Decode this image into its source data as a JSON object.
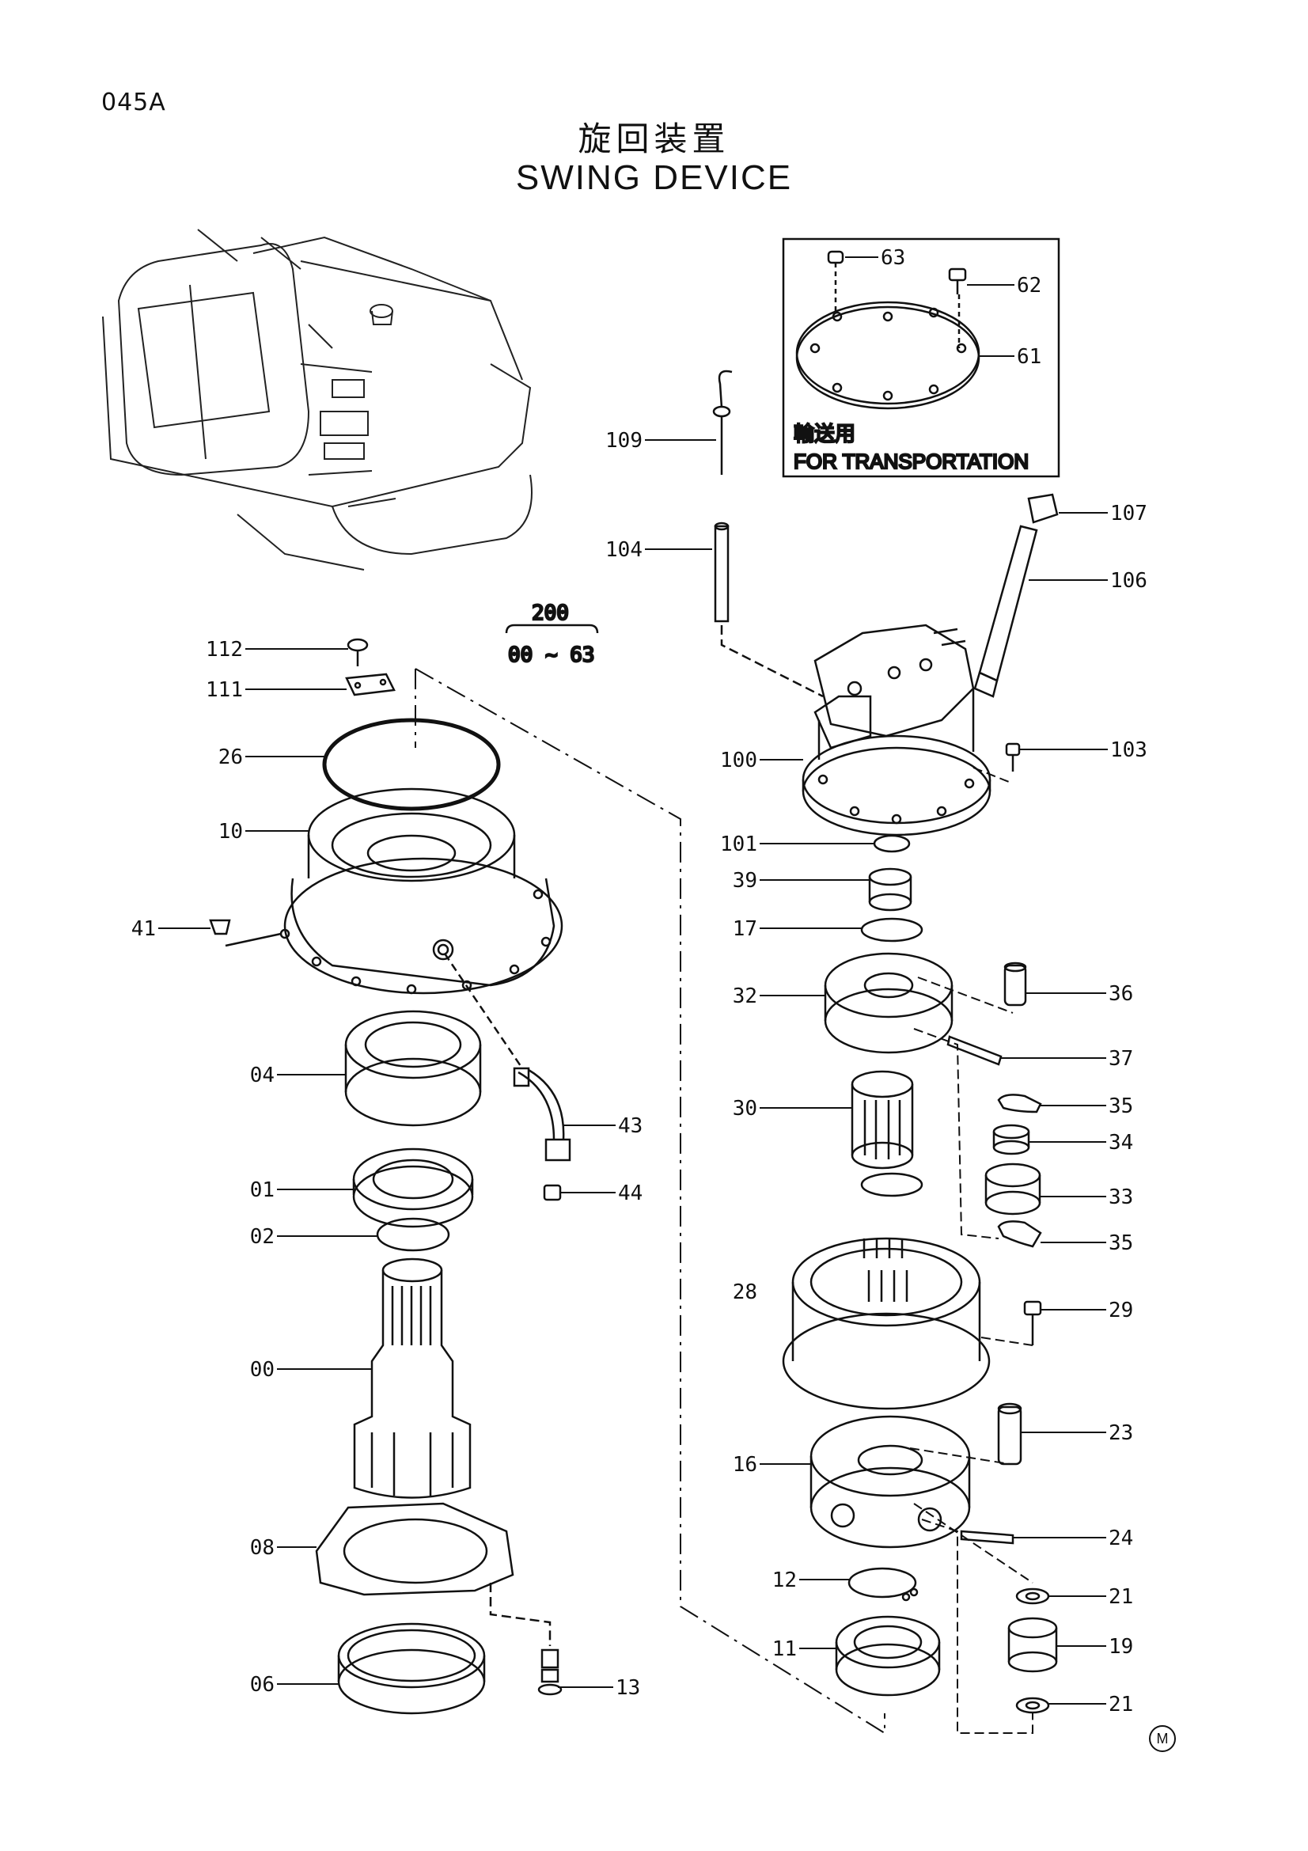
{
  "page_id": "045A",
  "title_jp": "旋回装置",
  "title_en": "SWING DEVICE",
  "inset": {
    "note_jp": "輸送用",
    "note_en": "FOR TRANSPORTATION"
  },
  "assembly": {
    "number": "200",
    "range": "00 ~ 63"
  },
  "mark": "M",
  "part_labels": [
    "63",
    "62",
    "61",
    "109",
    "107",
    "104",
    "106",
    "112",
    "111",
    "26",
    "10",
    "41",
    "04",
    "01",
    "02",
    "00",
    "08",
    "06",
    "43",
    "44",
    "13",
    "100",
    "103",
    "101",
    "39",
    "17",
    "32",
    "36",
    "37",
    "35",
    "30",
    "34",
    "33",
    "28",
    "29",
    "23",
    "16",
    "24",
    "12",
    "21",
    "11",
    "19"
  ]
}
